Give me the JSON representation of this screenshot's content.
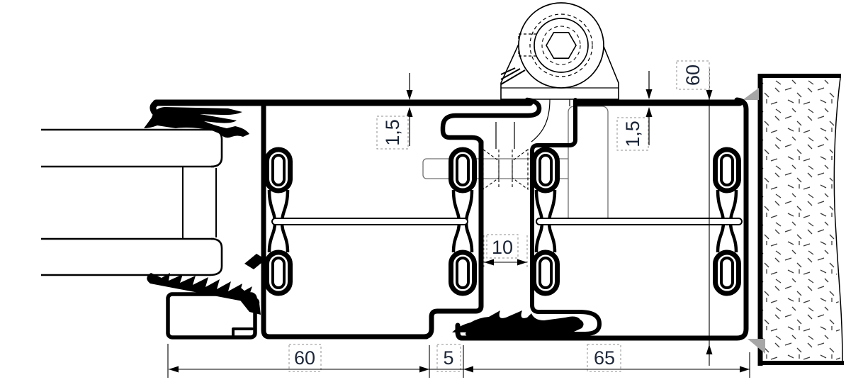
{
  "drawing": {
    "type": "technical-section",
    "dimensions": {
      "left_sheet_thickness": "1,5",
      "right_sheet_thickness": "1,5",
      "frame_depth": "60",
      "center_gap": "10",
      "leaf_profile_width": "60",
      "joint_gap": "5",
      "frame_profile_width": "65"
    },
    "colors": {
      "line": "#000000",
      "dimension_text": "#1c2638",
      "label_box_dash": "#8f8f8f",
      "anchor_fill": "#a6a6a6",
      "background": "#ffffff"
    }
  }
}
